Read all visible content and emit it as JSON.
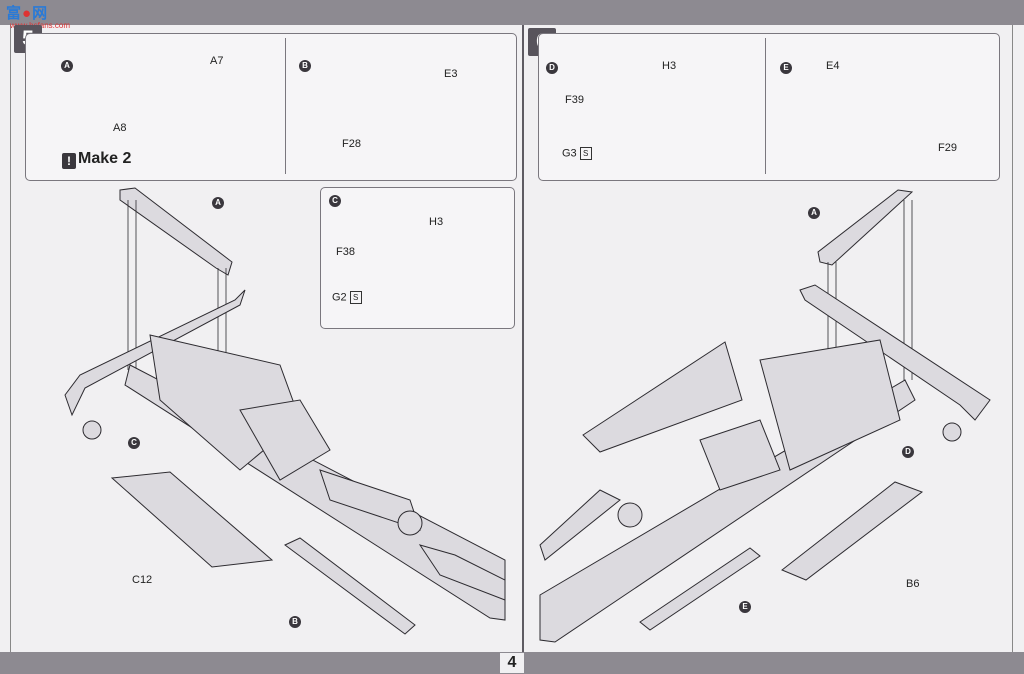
{
  "watermark": {
    "text": "富",
    "text2": "网",
    "sub": "www.hsfans.com"
  },
  "page_number": "4",
  "steps": [
    {
      "number": "5",
      "subassemblies": [
        {
          "letter": "A",
          "parts": [
            "A7",
            "A8"
          ]
        },
        {
          "letter": "B",
          "parts": [
            "E3",
            "F28"
          ]
        },
        {
          "letter": "C",
          "parts": [
            "F38",
            "H3",
            "G2"
          ],
          "spru_mark": "S"
        }
      ],
      "make_note": "Make 2",
      "callouts": [
        "A",
        "B",
        "C"
      ],
      "bottom_parts": [
        "C12"
      ]
    },
    {
      "number": "6",
      "subassemblies": [
        {
          "letter": "D",
          "parts": [
            "F39",
            "H3",
            "G3"
          ],
          "spru_mark": "S"
        },
        {
          "letter": "E",
          "parts": [
            "E4",
            "F29"
          ]
        }
      ],
      "callouts": [
        "A",
        "D",
        "E"
      ],
      "bottom_parts": [
        "B6"
      ]
    }
  ]
}
